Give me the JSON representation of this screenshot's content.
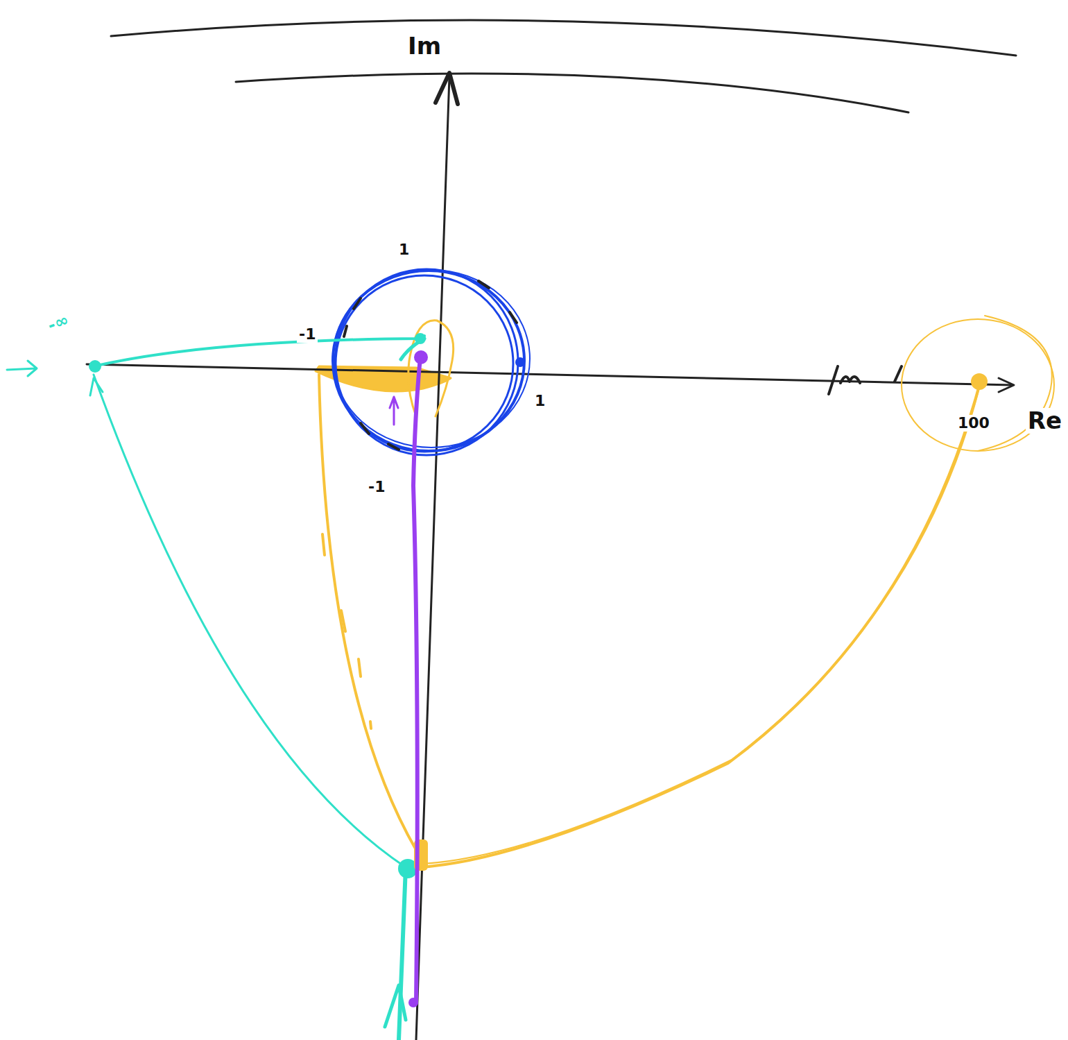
{
  "diagram": {
    "labels": [
      "Im",
      "1",
      "-1",
      "1",
      "-1",
      "Re",
      "100",
      "-∞"
    ]
  }
}
